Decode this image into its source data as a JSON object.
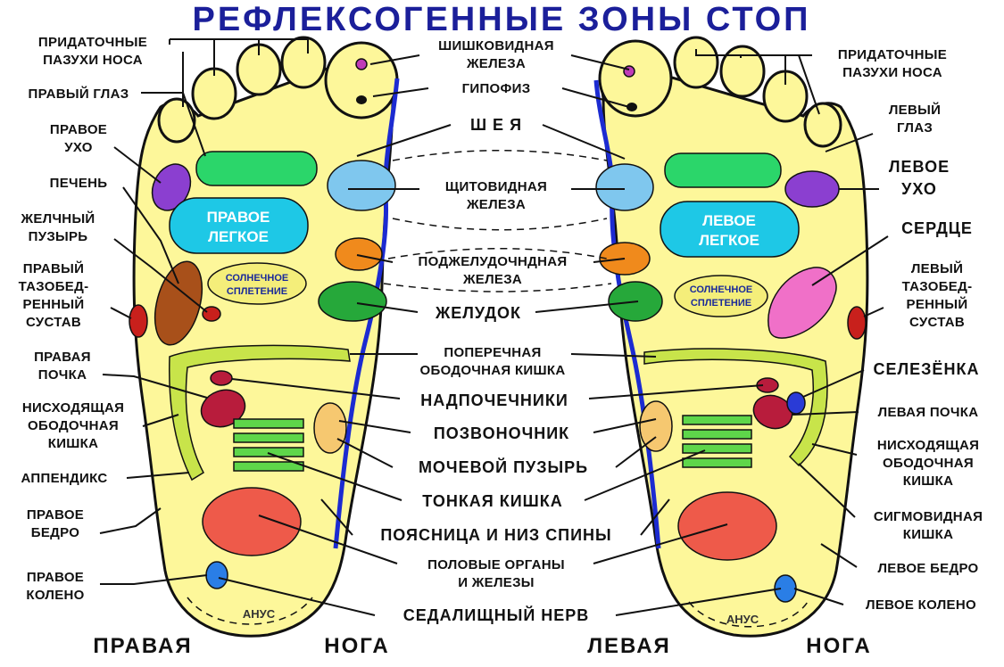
{
  "title": "РЕФЛЕКСОГЕННЫЕ ЗОНЫ СТОП",
  "feet": {
    "right_label_1": "ПРАВАЯ",
    "right_label_2": "НОГА",
    "left_label_1": "ЛЕВАЯ",
    "left_label_2": "НОГА"
  },
  "zone_text": {
    "right_lung_1": "ПРАВОЕ",
    "right_lung_2": "ЛЕГКОЕ",
    "left_lung_1": "ЛЕВОЕ",
    "left_lung_2": "ЛЕГКОЕ",
    "solar_1": "СОЛНЕЧНОЕ",
    "solar_2": "СПЛЕТЕНИЕ",
    "anus": "АНУС"
  },
  "left_labels": {
    "sinuses_1": "ПРИДАТОЧНЫЕ",
    "sinuses_2": "ПАЗУХИ НОСА",
    "right_eye": "ПРАВЫЙ ГЛАЗ",
    "right_ear_1": "ПРАВОЕ",
    "right_ear_2": "УХО",
    "liver": "ПЕЧЕНЬ",
    "gallbladder_1": "ЖЕЛЧНЫЙ",
    "gallbladder_2": "ПУЗЫРЬ",
    "hip_1": "ПРАВЫЙ",
    "hip_2": "ТАЗОБЕД-",
    "hip_3": "РЕННЫЙ",
    "hip_4": "СУСТАВ",
    "kidney_1": "ПРАВАЯ",
    "kidney_2": "ПОЧКА",
    "colon_1": "НИСХОДЯЩАЯ",
    "colon_2": "ОБОДОЧНАЯ",
    "colon_3": "КИШКА",
    "appendix": "АППЕНДИКС",
    "thigh_1": "ПРАВОЕ",
    "thigh_2": "БЕДРО",
    "knee_1": "ПРАВОЕ",
    "knee_2": "КОЛЕНО"
  },
  "center_labels": {
    "pineal_1": "ШИШКОВИДНАЯ",
    "pineal_2": "ЖЕЛЕЗА",
    "pituitary": "ГИПОФИЗ",
    "neck": "Ш Е Я",
    "thyroid_1": "ЩИТОВИДНАЯ",
    "thyroid_2": "ЖЕЛЕЗА",
    "pancreas_1": "ПОДЖЕЛУДОЧНДНАЯ",
    "pancreas_2": "ЖЕЛЕЗА",
    "stomach": "ЖЕЛУДОК",
    "transverse_1": "ПОПЕРЕЧНАЯ",
    "transverse_2": "ОБОДОЧНАЯ КИШКА",
    "adrenals": "НАДПОЧЕЧНИКИ",
    "spine": "ПОЗВОНОЧНИК",
    "bladder": "МОЧЕВОЙ ПУЗЫРЬ",
    "small_int": "ТОНКАЯ КИШКА",
    "lower_back": "ПОЯСНИЦА И НИЗ СПИНЫ",
    "genitals_1": "ПОЛОВЫЕ ОРГАНЫ",
    "genitals_2": "И ЖЕЛЕЗЫ",
    "sciatic": "СЕДАЛИЩНЫЙ НЕРВ"
  },
  "right_labels": {
    "sinuses_1": "ПРИДАТОЧНЫЕ",
    "sinuses_2": "ПАЗУХИ НОСА",
    "left_eye_1": "ЛЕВЫЙ",
    "left_eye_2": "ГЛАЗ",
    "left_ear_1": "ЛЕВОЕ",
    "left_ear_2": "УХО",
    "heart": "СЕРДЦЕ",
    "hip_1": "ЛЕВЫЙ",
    "hip_2": "ТАЗОБЕД-",
    "hip_3": "РЕННЫЙ",
    "hip_4": "СУСТАВ",
    "spleen": "СЕЛЕЗЁНКА",
    "kidney": "ЛЕВАЯ ПОЧКА",
    "colon_1": "НИСХОДЯЩАЯ",
    "colon_2": "ОБОДОЧНАЯ",
    "colon_3": "КИШКА",
    "sigmoid_1": "СИГМОВИДНАЯ",
    "sigmoid_2": "КИШКА",
    "thigh": "ЛЕВОЕ БЕДРО",
    "knee": "ЛЕВОЕ КОЛЕНО"
  },
  "colors": {
    "title": "#1b1f9a",
    "foot": "#fdf79a",
    "spine": "#1c2bd1",
    "lung": "#1ec8e6",
    "eye_zone": "#2bd66a",
    "ear": "#8b3fd0",
    "thyroid": "#7fc7ee",
    "pancreas": "#f08a1c",
    "stomach": "#26a83a",
    "liver": "#a8501a",
    "hip": "#c8201c",
    "kidney": "#b81c3c",
    "colon": "#c8e44a",
    "small_intestine": "#5ed64a",
    "genitals": "#ee5a4a",
    "knee": "#2a7ee6",
    "heart": "#f070c8",
    "solar": "#f4ee7a",
    "bladder": "#f6c870",
    "pineal": "#c03cb8"
  }
}
